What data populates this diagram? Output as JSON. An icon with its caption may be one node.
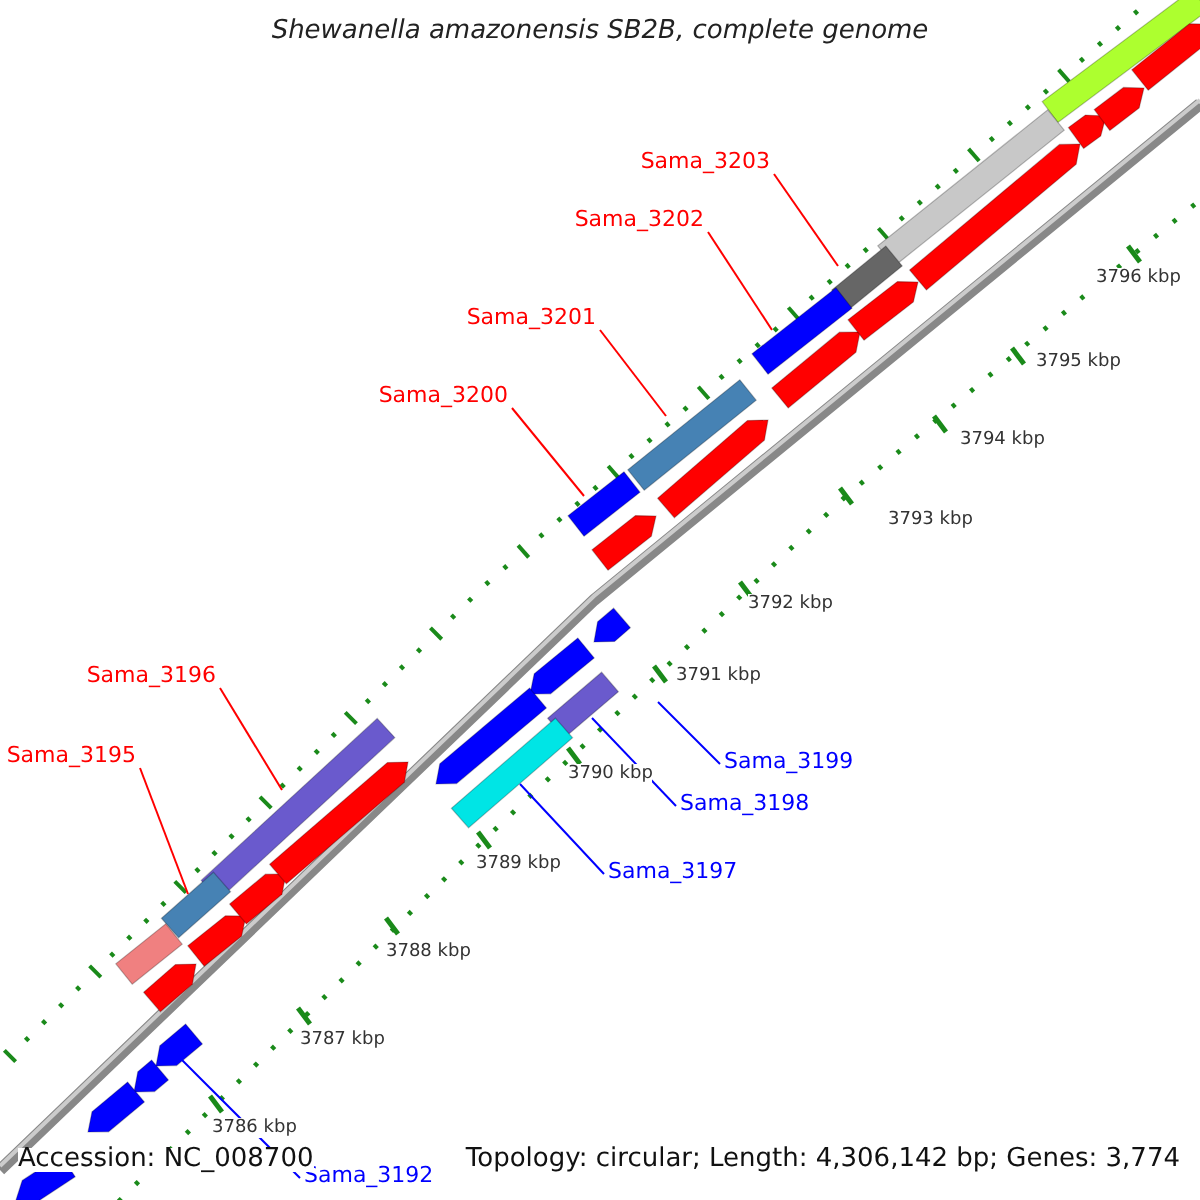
{
  "diagram": {
    "title": "Shewanella amazonensis SB2B, complete genome",
    "nodes": [
      {
        "text": [
          "Sama_3203"
        ]
      },
      {
        "text": [
          "Sama_3202"
        ]
      },
      {
        "text": [
          "Sama_3201"
        ]
      },
      {
        "text": [
          "Sama_3200"
        ]
      },
      {
        "text": [
          "Sama_3196"
        ]
      },
      {
        "text": [
          "Sama_3195"
        ]
      },
      {
        "text": [
          "Sama_3199"
        ]
      },
      {
        "text": [
          "Sama_3198"
        ]
      },
      {
        "text": [
          "Sama_3197"
        ]
      },
      {
        "text": [
          "Sama_3192"
        ]
      }
    ],
    "edges": [
      {
        "from": 0,
        "to": null,
        "arrow": "none"
      },
      {
        "from": 1,
        "to": null,
        "arrow": "none"
      },
      {
        "from": 2,
        "to": null,
        "arrow": "none"
      },
      {
        "from": 3,
        "to": null,
        "arrow": "none"
      },
      {
        "from": 4,
        "to": null,
        "arrow": "none"
      },
      {
        "from": 5,
        "to": null,
        "arrow": "none"
      },
      {
        "from": 6,
        "to": null,
        "arrow": "none",
        "color": "#0000ff"
      },
      {
        "from": 7,
        "to": null,
        "arrow": "none",
        "color": "#0000ff"
      },
      {
        "from": 8,
        "to": null,
        "arrow": "none",
        "color": "#0000ff"
      },
      {
        "from": 9,
        "to": null,
        "arrow": "none",
        "color": "#0000ff"
      }
    ],
    "labels": [
      "3796 kbp",
      "3795 kbp",
      "3794 kbp",
      "3793 kbp",
      "3792 kbp",
      "3791 kbp",
      "3790 kbp",
      "3789 kbp",
      "3788 kbp",
      "3787 kbp",
      "3786 kbp",
      "Accession: NC_008700",
      "Topology: circular; Length: 4,306,142 bp; Genes: 3,774"
    ]
  }
}
